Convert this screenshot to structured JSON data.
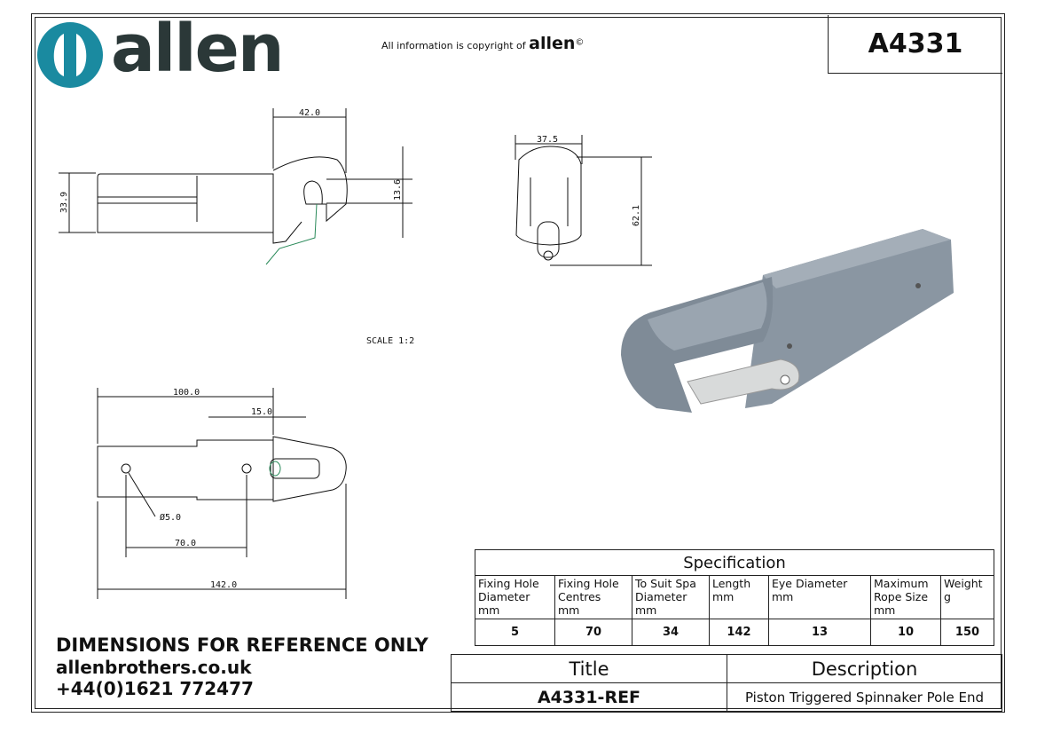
{
  "header": {
    "brand": "allen",
    "copyright_text": "All information is copyright of",
    "copyright_brand": "allen",
    "copyright_symbol": "©",
    "part_number": "A4331"
  },
  "drawing": {
    "scale": "SCALE  1:2",
    "dims": {
      "side_width": "42.0",
      "side_height": "33.9",
      "eye_gap": "13.6",
      "end_width": "37.5",
      "end_height": "62.1",
      "top_len_100": "100.0",
      "top_len_15": "15.0",
      "hole_dia": "Ø5.0",
      "hole_centres": "70.0",
      "total_len": "142.0"
    }
  },
  "specification": {
    "title": "Specification",
    "headers": [
      [
        "Fixing Hole",
        "Diameter",
        "mm"
      ],
      [
        "Fixing Hole",
        "Centres",
        "mm"
      ],
      [
        "To Suit Spa",
        "Diameter",
        "mm"
      ],
      [
        "Length",
        "mm"
      ],
      [
        "Eye Diameter",
        "mm"
      ],
      [
        "Maximum",
        "Rope Size",
        "mm"
      ],
      [
        "Weight",
        "g"
      ]
    ],
    "values": [
      "5",
      "70",
      "34",
      "142",
      "13",
      "10",
      "150"
    ]
  },
  "title_block": {
    "title_label": "Title",
    "description_label": "Description",
    "title_value": "A4331-REF",
    "description_value": "Piston Triggered Spinnaker Pole End"
  },
  "footer": {
    "disclaimer": "DIMENSIONS FOR REFERENCE ONLY",
    "website": "allenbrothers.co.uk",
    "phone": "+44(0)1621 772477"
  },
  "colors": {
    "brand_teal": "#1a8aa0",
    "brand_dark": "#2b3838",
    "part_grey": "#8a96a2"
  }
}
